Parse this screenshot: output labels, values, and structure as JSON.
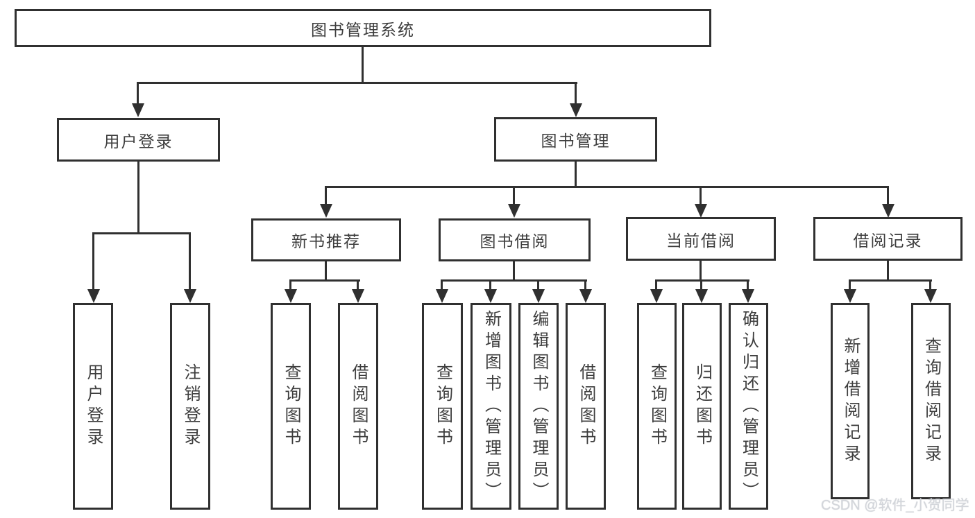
{
  "diagram": {
    "root": {
      "label": "图书管理系统"
    },
    "level2": [
      {
        "label": "用户登录"
      },
      {
        "label": "图书管理"
      }
    ],
    "level3": [
      {
        "label": "新书推荐"
      },
      {
        "label": "图书借阅"
      },
      {
        "label": "当前借阅"
      },
      {
        "label": "借阅记录"
      }
    ],
    "leaves": {
      "user_login": [
        "用户登录",
        "注销登录"
      ],
      "new_book": [
        "查询图书",
        "借阅图书"
      ],
      "book_borrow": [
        "查询图书",
        "新增图书（管理员）",
        "编辑图书（管理员）",
        "借阅图书"
      ],
      "current_borrow": [
        "查询图书",
        "归还图书",
        "确认归还（管理员）"
      ],
      "borrow_records": [
        "新增借阅记录",
        "查询借阅记录"
      ]
    }
  },
  "watermark": {
    "text": "CSDN @软件_小贺同学"
  },
  "colors": {
    "line": "#303030",
    "text": "#3d3d3d",
    "watermark": "#d3d6db",
    "background": "#ffffff"
  }
}
